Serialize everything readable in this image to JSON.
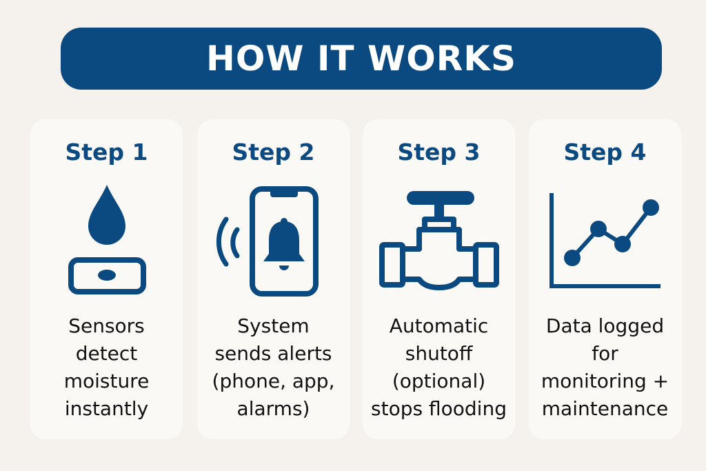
{
  "header": {
    "title": "HOW IT WORKS"
  },
  "colors": {
    "primary": "#0b4a80",
    "background": "#f5f2ee",
    "card": "#fbf9f6"
  },
  "steps": [
    {
      "title": "Step 1",
      "icon": "water-drop-sensor-icon",
      "lines": [
        "Sensors",
        "detect",
        "moisture",
        "instantly"
      ]
    },
    {
      "title": "Step 2",
      "icon": "phone-alert-bell-icon",
      "lines": [
        "System",
        "sends alerts",
        "(phone, app,",
        "alarms)"
      ]
    },
    {
      "title": "Step 3",
      "icon": "shutoff-valve-icon",
      "lines": [
        "Automatic",
        "shutoff",
        "(optional)",
        "stops flooding"
      ]
    },
    {
      "title": "Step 4",
      "icon": "line-chart-icon",
      "lines": [
        "Data logged",
        "for",
        "monitoring +",
        "maintenance"
      ]
    }
  ]
}
